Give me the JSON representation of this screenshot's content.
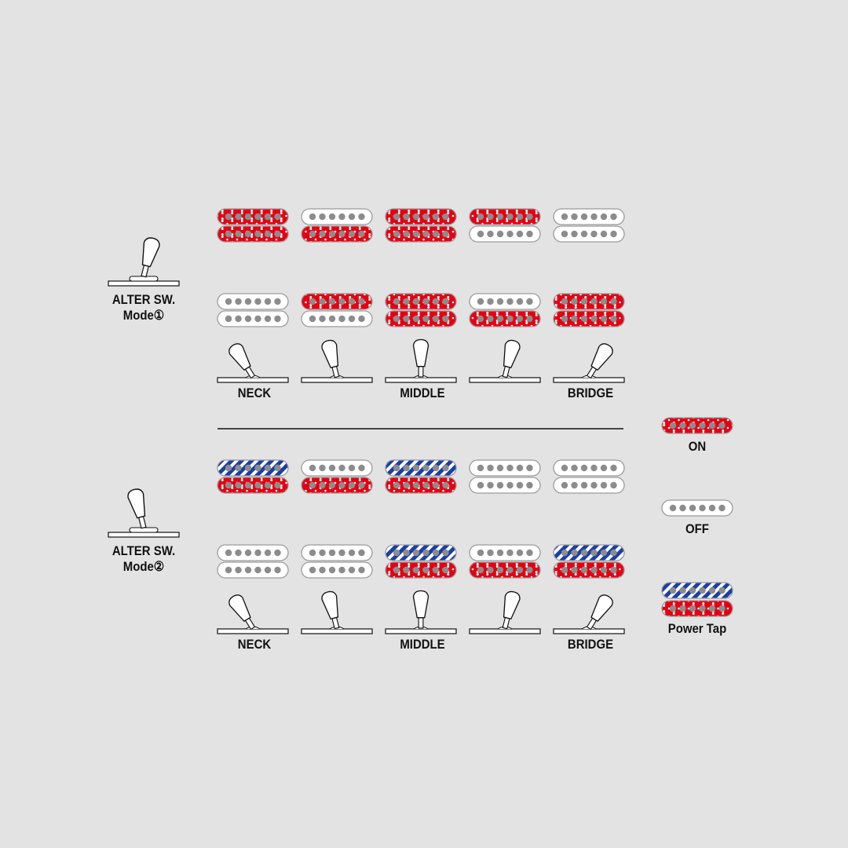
{
  "modes": [
    {
      "label_line1": "ALTER SW.",
      "label_line2": "Mode①",
      "rows": [
        [
          [
            "on",
            "on"
          ],
          [
            "off",
            "on"
          ],
          [
            "on",
            "on"
          ],
          [
            "on",
            "off"
          ],
          [
            "off",
            "off"
          ]
        ],
        [
          [
            "off",
            "off"
          ],
          [
            "on",
            "off"
          ],
          [
            "on",
            "on"
          ],
          [
            "off",
            "on"
          ],
          [
            "on",
            "on"
          ]
        ]
      ]
    },
    {
      "label_line1": "ALTER SW.",
      "label_line2": "Mode②",
      "rows": [
        [
          [
            "tap",
            "on"
          ],
          [
            "off",
            "on"
          ],
          [
            "tap",
            "on"
          ],
          [
            "off",
            "off"
          ],
          [
            "off",
            "off"
          ]
        ],
        [
          [
            "off",
            "off"
          ],
          [
            "off",
            "off"
          ],
          [
            "tap",
            "on"
          ],
          [
            "off",
            "on"
          ],
          [
            "tap",
            "on"
          ]
        ]
      ]
    }
  ],
  "positions": [
    "NECK",
    "",
    "MIDDLE",
    "",
    "BRIDGE"
  ],
  "legend": {
    "on": "ON",
    "off": "OFF",
    "tap": "Power Tap"
  },
  "colors": {
    "on": "#e60012",
    "tap": "#1b3fa6",
    "off": "#ffffff",
    "pole": "#8c8c8c",
    "background": "#e3e3e3"
  }
}
